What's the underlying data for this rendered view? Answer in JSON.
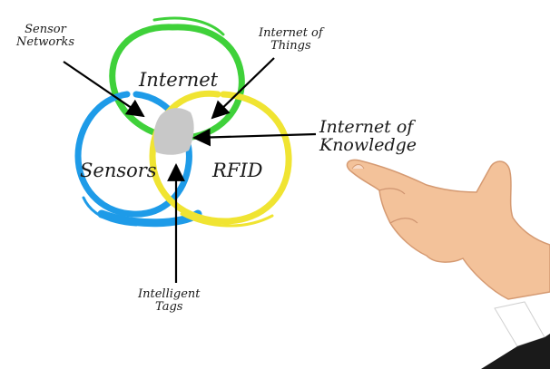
{
  "venn": {
    "internet": "Internet",
    "sensors": "Sensors",
    "rfid": "RFID"
  },
  "annotations": {
    "sensor_networks": [
      "Sensor",
      "Networks"
    ],
    "internet_of_things": [
      "Internet of",
      "Things"
    ],
    "intelligent_tags": [
      "Intelligent",
      "Tags"
    ],
    "internet_of_knowledge": [
      "Internet of",
      "Knowledge"
    ]
  },
  "colors": {
    "internet_circle": "#3fd13a",
    "sensors_circle": "#1e9be8",
    "rfid_circle": "#f0e432",
    "center_fill": "#c8c8c8",
    "text": "#1a1a1a"
  }
}
